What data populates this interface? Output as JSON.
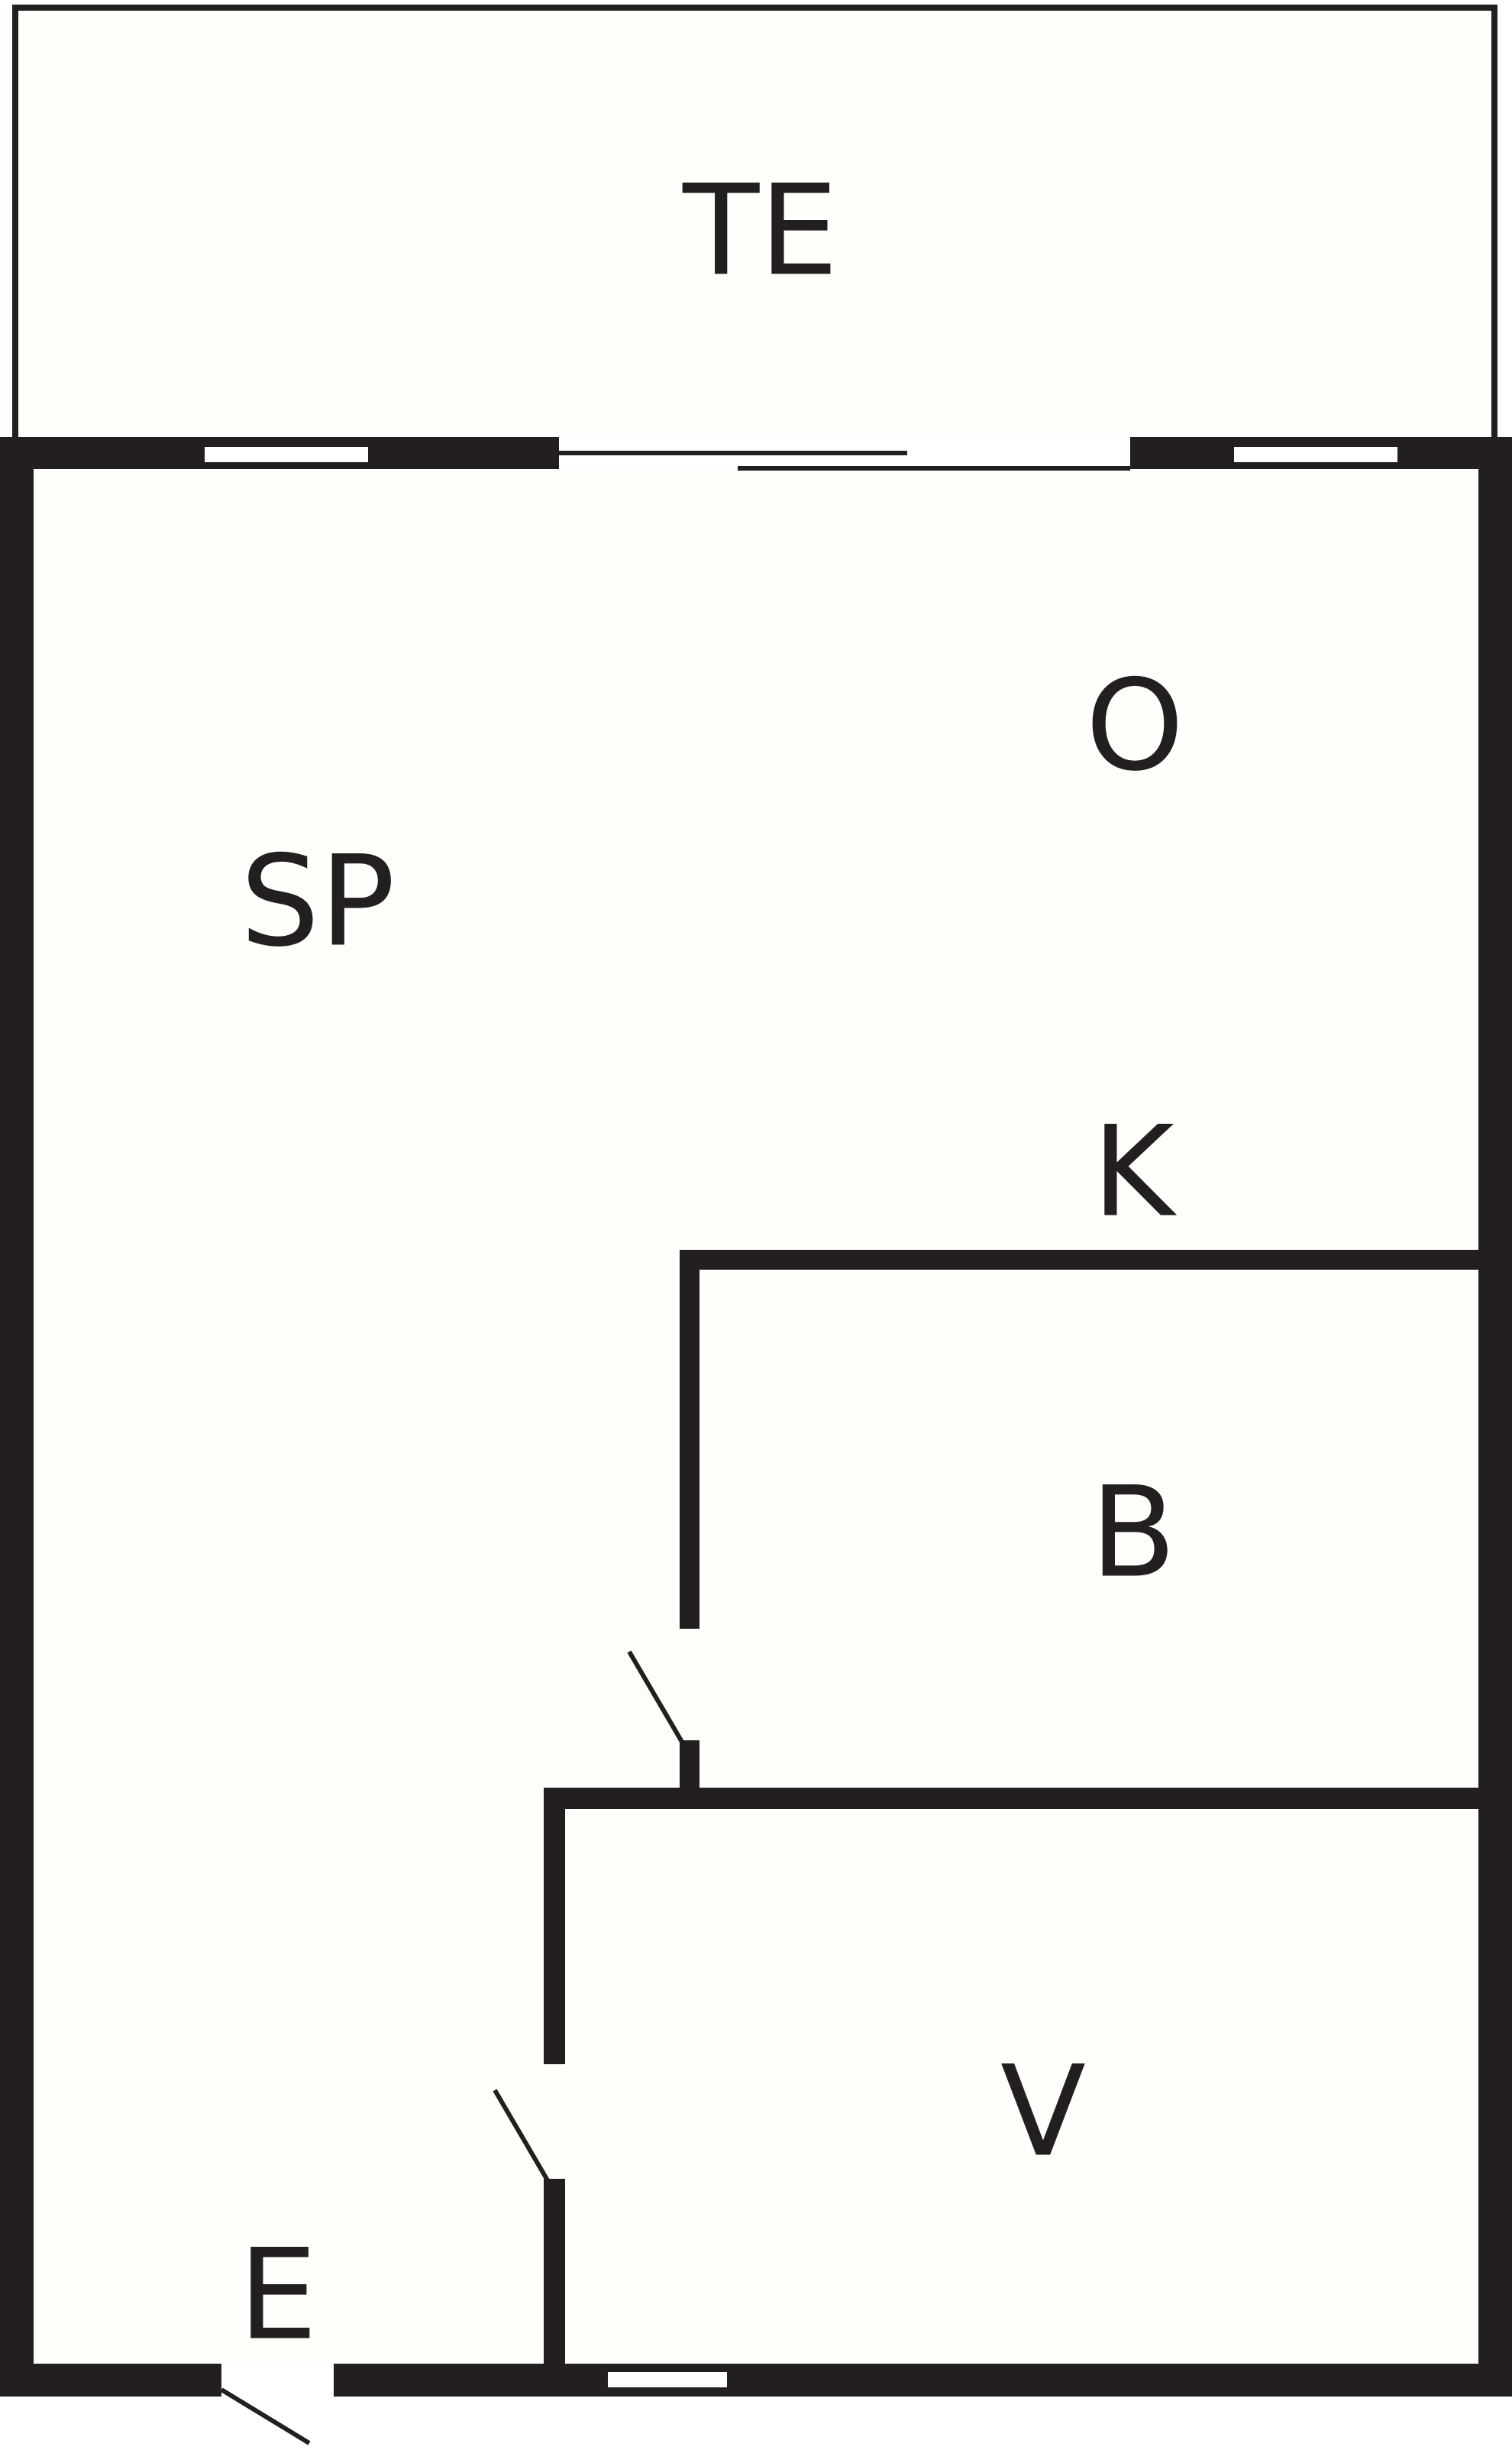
{
  "colors": {
    "wall": "#231f20",
    "floor": "#fefefa",
    "background": "#ffffff"
  },
  "rooms": [
    {
      "id": "terrace",
      "label": "TE"
    },
    {
      "id": "living",
      "label": "O"
    },
    {
      "id": "bedroom",
      "label": "SP"
    },
    {
      "id": "kitchen",
      "label": "K"
    },
    {
      "id": "bathroom",
      "label": "B"
    },
    {
      "id": "utility",
      "label": "V"
    },
    {
      "id": "entry",
      "label": "E"
    }
  ]
}
